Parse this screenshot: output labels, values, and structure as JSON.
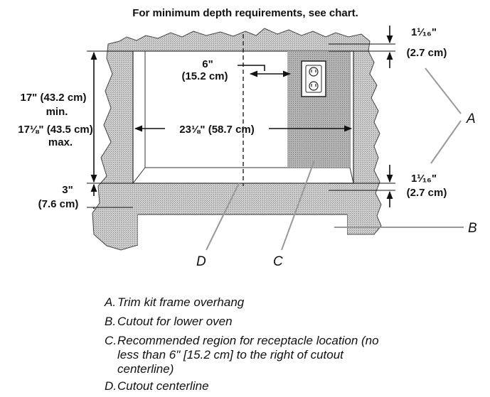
{
  "heading": "For minimum depth requirements, see chart.",
  "dimensions": {
    "overhang_top_frac": "1¹⁄₁₆\"",
    "overhang_top_metric": "(2.7 cm)",
    "overhang_bottom_frac": "1¹⁄₁₆\"",
    "overhang_bottom_metric": "(2.7 cm)",
    "offset_in": "6\"",
    "offset_cm": "(15.2 cm)",
    "width": "23⅛\" (58.7 cm)",
    "height_min_1": "17\" (43.2 cm)",
    "height_min_2": "min.",
    "height_max_1": "17⅛\" (43.5 cm)",
    "height_max_2": "max.",
    "bottom_in": "3\"",
    "bottom_cm": "(7.6 cm)"
  },
  "callouts": {
    "a": "A",
    "b": "B",
    "c": "C",
    "d": "D"
  },
  "legend": [
    {
      "key": "A.",
      "text": "Trim kit frame overhang"
    },
    {
      "key": "B.",
      "text": "Cutout for lower oven"
    },
    {
      "key": "C.",
      "text": "Recommended region for receptacle location (no less than 6\" [15.2 cm] to the right of cutout centerline)"
    },
    {
      "key": "D.",
      "text": "Cutout centerline"
    }
  ]
}
